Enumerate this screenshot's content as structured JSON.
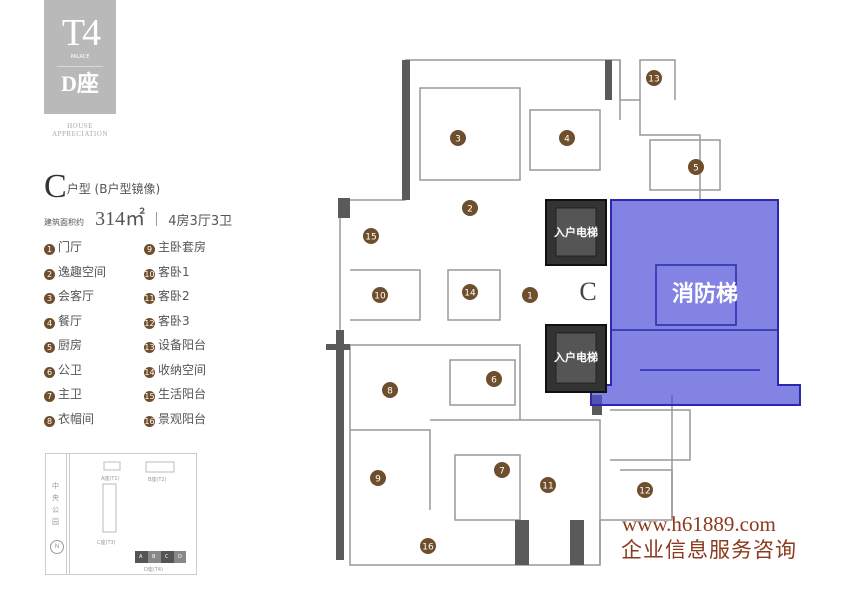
{
  "brand": {
    "tower": "T4",
    "tower_sub": "PALACE",
    "block": "D座",
    "appreciation_line1": "HOUSE",
    "appreciation_line2": "APPRECIATION"
  },
  "unit": {
    "letter": "C",
    "type_label": "户型",
    "note": "(B户型镜像)",
    "area_label": "建筑面积约",
    "area_value": "314㎡",
    "rooms": "4房3厅3卫"
  },
  "legend": [
    {
      "n": "1",
      "label": "门厅"
    },
    {
      "n": "2",
      "label": "逸趣空间"
    },
    {
      "n": "3",
      "label": "会客厅"
    },
    {
      "n": "4",
      "label": "餐厅"
    },
    {
      "n": "5",
      "label": "厨房"
    },
    {
      "n": "6",
      "label": "公卫"
    },
    {
      "n": "7",
      "label": "主卫"
    },
    {
      "n": "8",
      "label": "衣帽间"
    },
    {
      "n": "9",
      "label": "主卧套房"
    },
    {
      "n": "10",
      "label": "客卧1"
    },
    {
      "n": "11",
      "label": "客卧2"
    },
    {
      "n": "12",
      "label": "客卧3"
    },
    {
      "n": "13",
      "label": "设备阳台"
    },
    {
      "n": "14",
      "label": "收纳空间"
    },
    {
      "n": "15",
      "label": "生活阳台"
    },
    {
      "n": "16",
      "label": "景观阳台"
    }
  ],
  "keymap": {
    "park": "中央公园",
    "north": "N",
    "blocks": [
      "A座(T1)",
      "B座(T2)",
      "C座(T3)",
      "D座(T4)"
    ],
    "d_units": [
      "A",
      "B",
      "C",
      "D"
    ]
  },
  "plan": {
    "unit_letter": "C",
    "elevator_top": "入户电梯",
    "elevator_bottom": "入户电梯",
    "fire_stair": "消防梯",
    "highlight_color": "#4f4fd8"
  },
  "watermark": {
    "url": "www.h61889.com",
    "text": "企业信息服务咨询"
  }
}
